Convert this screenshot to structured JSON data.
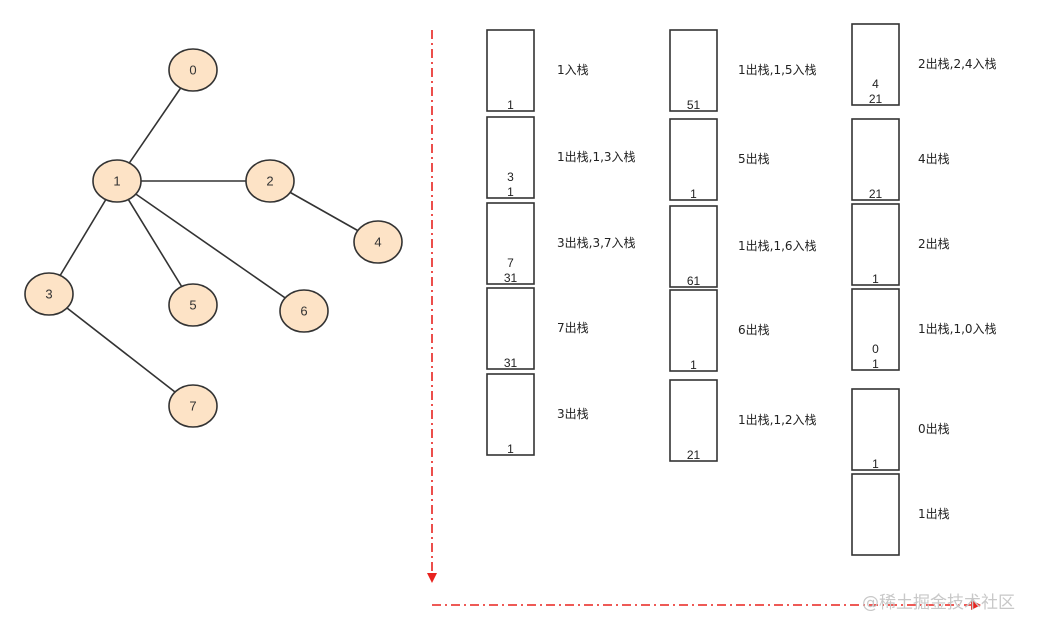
{
  "colors": {
    "node_fill": "#fde3c6",
    "node_stroke": "#333333",
    "edge": "#333333",
    "stack_border": "#333333",
    "arrow": "#e8231f",
    "watermark": "#c8c8c8"
  },
  "graph": {
    "nodes": [
      "0",
      "1",
      "2",
      "3",
      "4",
      "5",
      "6",
      "7"
    ],
    "edges": [
      [
        "1",
        "0"
      ],
      [
        "1",
        "2"
      ],
      [
        "1",
        "3"
      ],
      [
        "1",
        "5"
      ],
      [
        "1",
        "6"
      ],
      [
        "2",
        "4"
      ],
      [
        "3",
        "7"
      ]
    ]
  },
  "stack_columns": [
    {
      "steps": [
        {
          "values": [
            "1"
          ],
          "op": "1入栈"
        },
        {
          "values": [
            "3",
            "1"
          ],
          "op": "1出栈,1,3入栈"
        },
        {
          "values": [
            "7",
            "31"
          ],
          "op": "3出栈,3,7入栈"
        },
        {
          "values": [
            "31"
          ],
          "op": "7出栈"
        },
        {
          "values": [
            "1"
          ],
          "op": "3出栈"
        }
      ]
    },
    {
      "steps": [
        {
          "values": [
            "51"
          ],
          "op": "1出栈,1,5入栈"
        },
        {
          "values": [
            "1"
          ],
          "op": "5出栈"
        },
        {
          "values": [
            "61"
          ],
          "op": "1出栈,1,6入栈"
        },
        {
          "values": [
            "1"
          ],
          "op": "6出栈"
        },
        {
          "values": [
            "21"
          ],
          "op": "1出栈,1,2入栈"
        }
      ]
    },
    {
      "steps": [
        {
          "values": [
            "4",
            "21"
          ],
          "op": "2出栈,2,4入栈"
        },
        {
          "values": [
            "21"
          ],
          "op": "4出栈"
        },
        {
          "values": [
            "1"
          ],
          "op": "2出栈"
        },
        {
          "values": [
            "0",
            "1"
          ],
          "op": "1出栈,1,0入栈"
        },
        {
          "values": [
            "1"
          ],
          "op": "0出栈"
        },
        {
          "values": [],
          "op": "1出栈"
        }
      ]
    }
  ],
  "watermark": "@稀土掘金技术社区"
}
